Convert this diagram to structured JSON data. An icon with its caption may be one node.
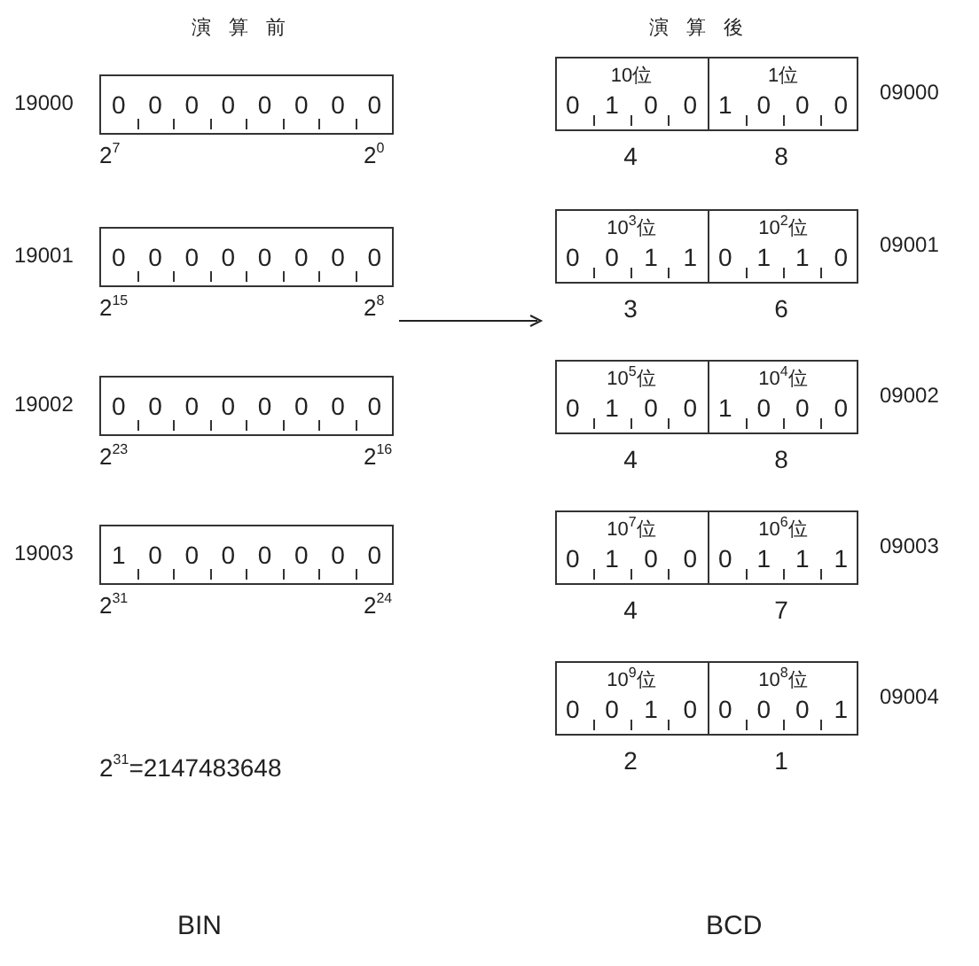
{
  "diagram": {
    "nodes": [
      {
        "text": [
          "0 0 0 0 0 0 0 0"
        ],
        "beside": [
          "19000",
          "2$^{7}$",
          "2$^{0}$"
        ]
      },
      {
        "text": [
          "0 0 0 0 0 0 0 0"
        ],
        "beside": [
          "19001",
          "2$^{15}$",
          "2$^{8}$"
        ]
      },
      {
        "text": [
          "0 0 0 0 0 0 0 0"
        ],
        "beside": [
          "19002",
          "2$^{23}$",
          "2$^{16}$"
        ]
      },
      {
        "text": [
          "1 0 0 0 0 0 0 0"
        ],
        "beside": [
          "19003",
          "2$^{31}$",
          "2$^{24}$"
        ]
      },
      {
        "text": [],
        "shape": "box",
        "beside": [
          "09000"
        ]
      },
      {
        "text": [
          "10位",
          "0 1 0 0"
        ],
        "in": 4,
        "beside": [
          "4"
        ]
      },
      {
        "text": [
          "1位",
          "1 0 0 0"
        ],
        "in": 4,
        "beside": [
          "8"
        ]
      },
      {
        "text": [],
        "shape": "box",
        "beside": [
          "09001"
        ]
      },
      {
        "text": [
          "10$^{3}$位",
          "0 0 1 1"
        ],
        "in": 7,
        "beside": [
          "3"
        ]
      },
      {
        "text": [
          "10$^{2}$位",
          "0 1 1 0"
        ],
        "in": 7,
        "beside": [
          "6"
        ]
      },
      {
        "text": [],
        "shape": "box",
        "beside": [
          "09002"
        ]
      },
      {
        "text": [
          "10$^{5}$位",
          "0 1 0 0"
        ],
        "in": 10,
        "beside": [
          "4"
        ]
      },
      {
        "text": [
          "10$^{4}$位",
          "1 0 0 0"
        ],
        "in": 10,
        "beside": [
          "8"
        ]
      },
      {
        "text": [],
        "shape": "box",
        "beside": [
          "09003"
        ]
      },
      {
        "text": [
          "10$^{7}$位",
          "0 1 0 0"
        ],
        "in": 13,
        "beside": [
          "4"
        ]
      },
      {
        "text": [
          "10$^{6}$位",
          "0 1 1 1"
        ],
        "in": 13,
        "beside": [
          "7"
        ]
      },
      {
        "text": [],
        "shape": "box",
        "beside": [
          "09004"
        ]
      },
      {
        "text": [
          "10$^{9}$位",
          "0 0 1 0"
        ],
        "in": 16,
        "beside": [
          "2"
        ]
      },
      {
        "text": [
          "10$^{8}$位",
          "0 0 0 1"
        ],
        "in": 16,
        "beside": [
          "1"
        ]
      }
    ],
    "labels": [
      "演算前",
      "演算後",
      "2$^{31}$=2147483648",
      "BIN",
      "BCD"
    ]
  }
}
